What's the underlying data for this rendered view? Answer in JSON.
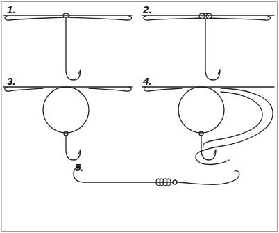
{
  "diagram": {
    "labels": [
      "1.",
      "2.",
      "3.",
      "4.",
      "5."
    ]
  }
}
